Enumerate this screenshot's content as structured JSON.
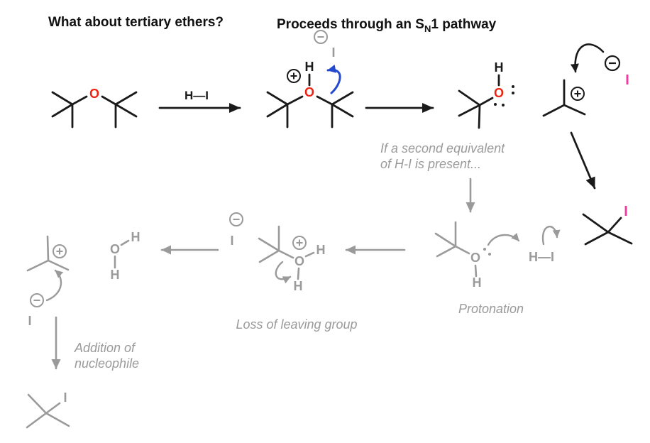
{
  "titles": {
    "question": "What about tertiary ethers?",
    "pathway_pre": "Proceeds through an S",
    "pathway_sub": "N",
    "pathway_post": "1 pathway"
  },
  "atoms": {
    "oxygen": "O",
    "hydrogen": "H",
    "iodine": "I",
    "hydrogen_iodide": "H—I"
  },
  "annotations": {
    "second_equivalent_line1": "If a second equivalent",
    "second_equivalent_line2": "of H-I is present...",
    "protonation": "Protonation",
    "loss_of_leaving_group": "Loss of leaving group",
    "addition_line1": "Addition of",
    "addition_line2": "nucleophile"
  },
  "colors": {
    "structure_black": "#1a1a1a",
    "oxygen_red": "#ee2211",
    "iodine_pink": "#f5399e",
    "mechanism_gray": "#9a9a9a",
    "curved_arrow_blue": "#2448d0"
  }
}
